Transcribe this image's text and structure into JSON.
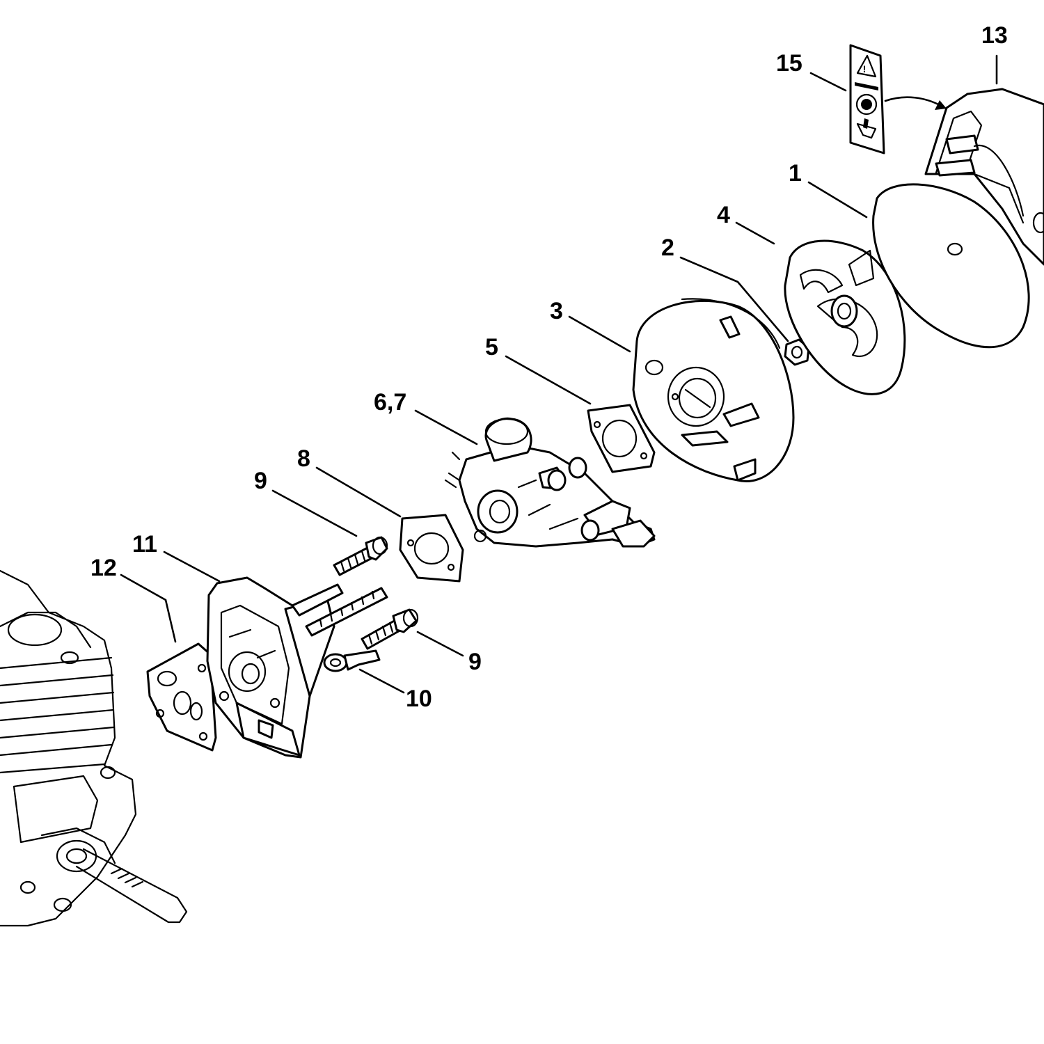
{
  "diagram": {
    "background": "#ffffff",
    "line_color": "#000000",
    "callouts": [
      {
        "id": "13",
        "label": "13"
      },
      {
        "id": "15",
        "label": "15"
      },
      {
        "id": "1",
        "label": "1"
      },
      {
        "id": "4",
        "label": "4"
      },
      {
        "id": "2",
        "label": "2"
      },
      {
        "id": "3",
        "label": "3"
      },
      {
        "id": "5",
        "label": "5"
      },
      {
        "id": "6-7",
        "label": "6,7"
      },
      {
        "id": "8",
        "label": "8"
      },
      {
        "id": "9a",
        "label": "9"
      },
      {
        "id": "11",
        "label": "11"
      },
      {
        "id": "12",
        "label": "12"
      },
      {
        "id": "9b",
        "label": "9"
      },
      {
        "id": "10",
        "label": "10"
      }
    ]
  }
}
